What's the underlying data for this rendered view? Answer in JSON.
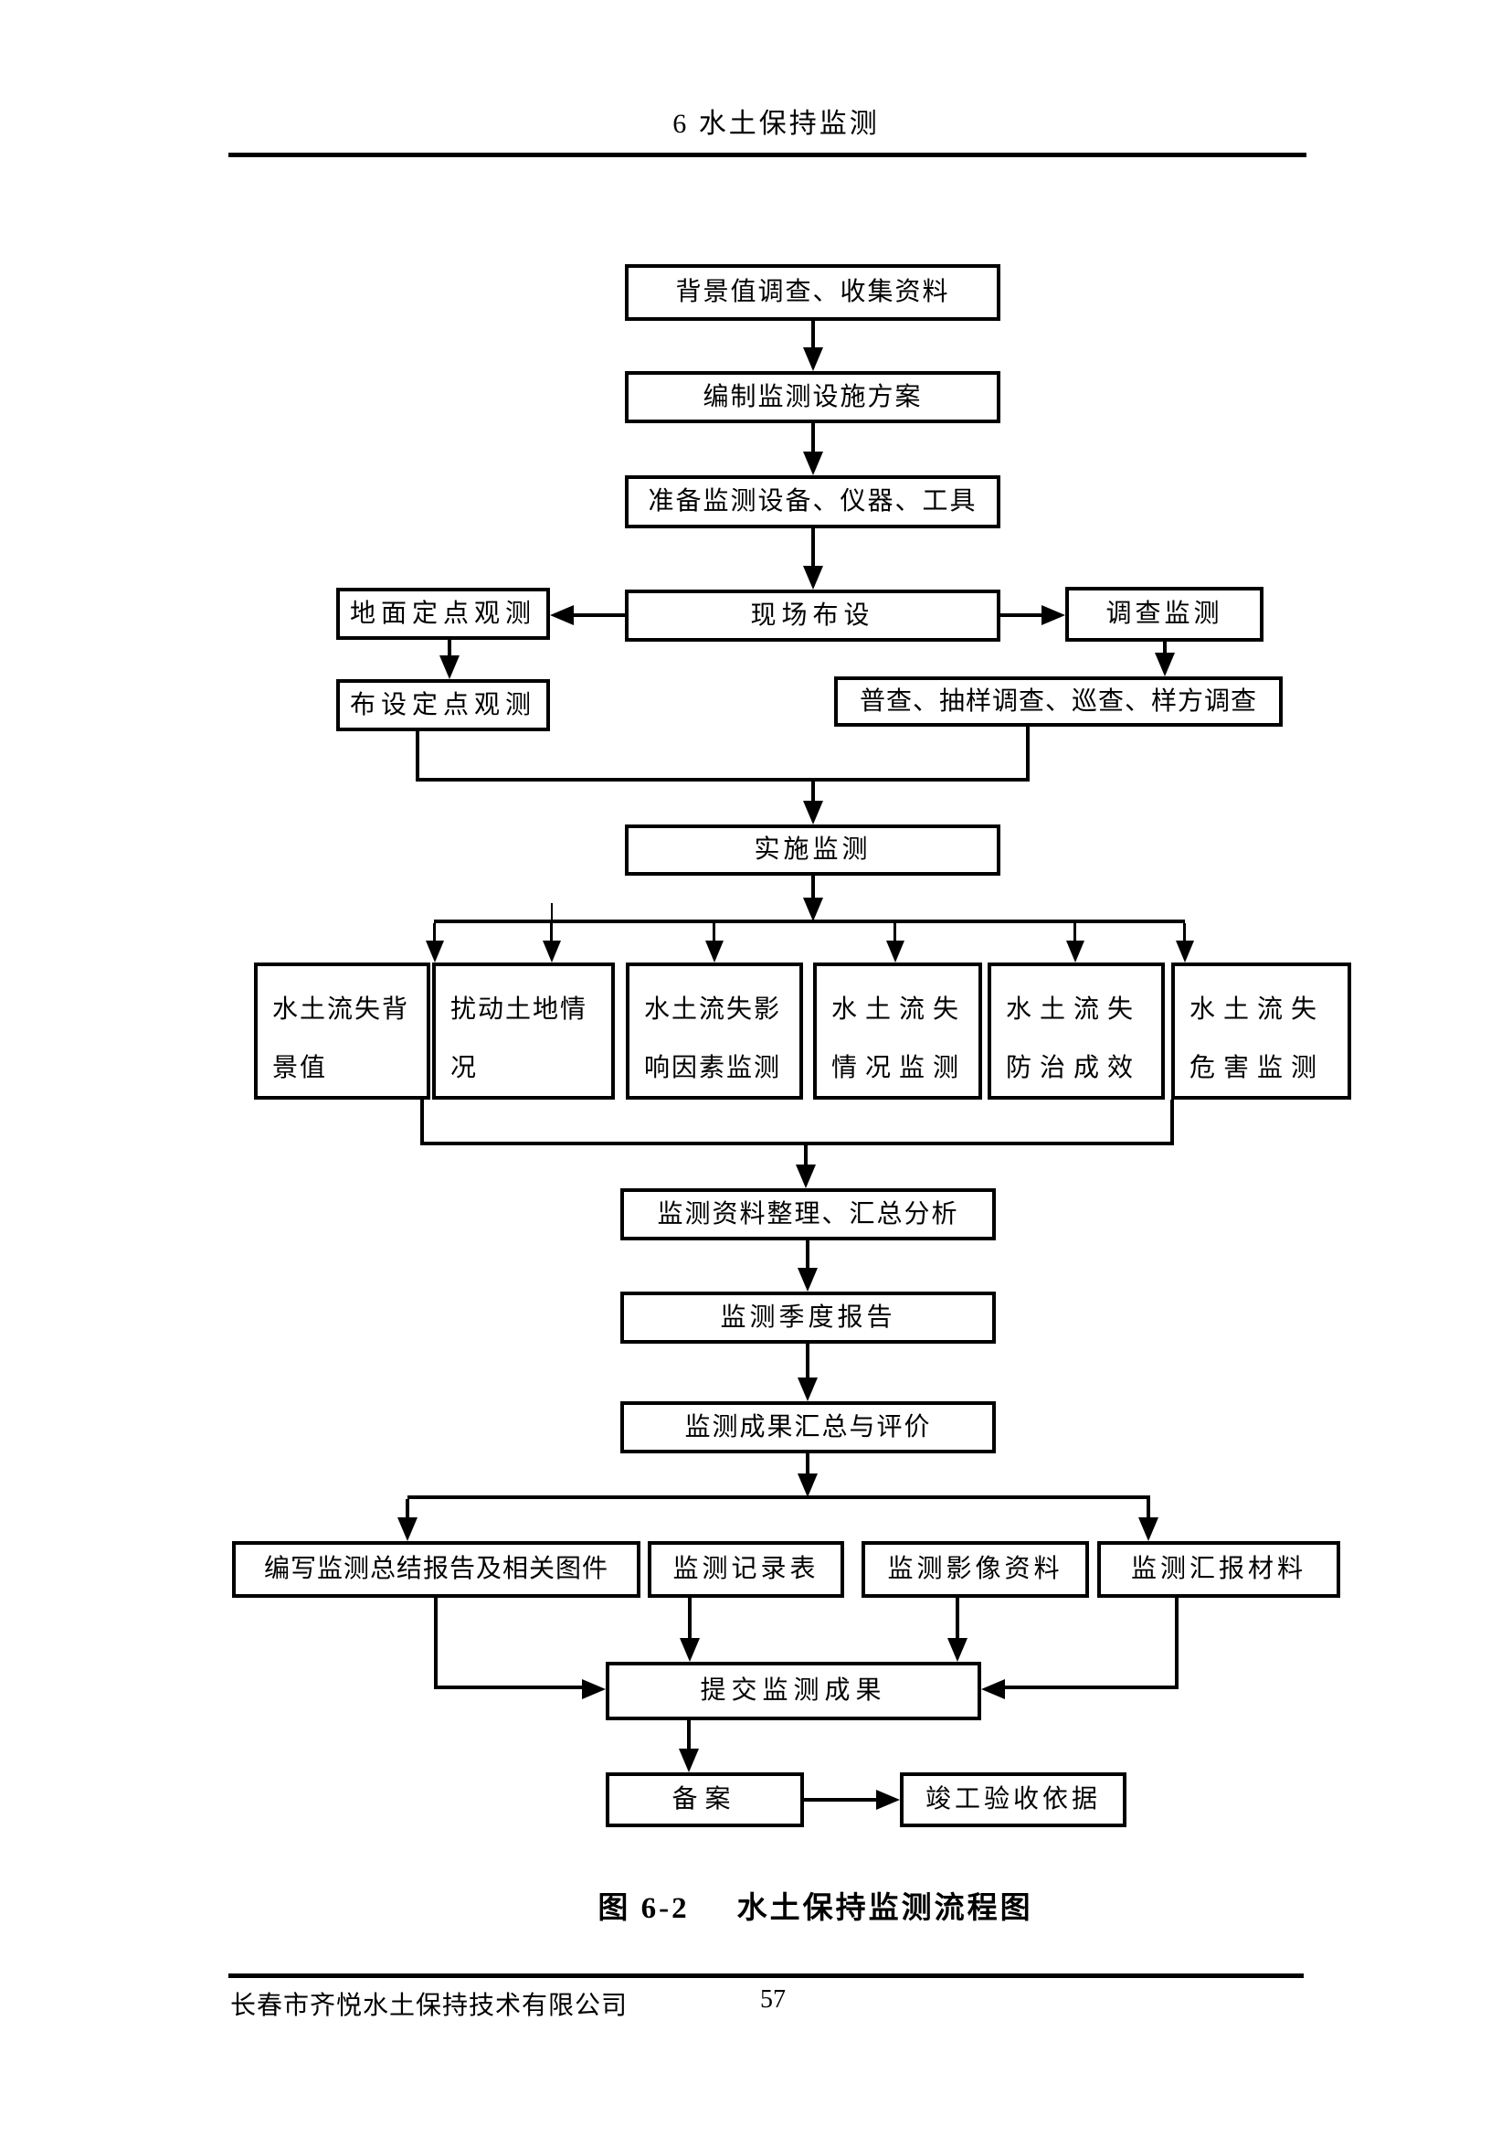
{
  "page": {
    "header": "6  水土保持监测",
    "caption_label": "图 6-2",
    "caption_title": "水土保持监测流程图",
    "footer_company": "长春市齐悦水土保持技术有限公司",
    "page_number": "57"
  },
  "flowchart": {
    "nodes": {
      "background_survey": "背景值调查、收集资料",
      "plan": "编制监测设施方案",
      "equipment": "准备监测设备、仪器、工具",
      "site_layout": "现场布设",
      "ground_observation": "地面定点观测",
      "survey_monitoring": "调查监测",
      "fixed_point_observation": "布设定点观测",
      "census": "普查、抽样调查、巡查、样方调查",
      "implement": "实施监测",
      "erosion_background": "水土流失背景值",
      "disturbed_land": "扰动土地情况",
      "impact_factors": "水土流失影响因素监测",
      "erosion_status": "水土流失情况监测",
      "control_effect": "水土流失防治成效",
      "hazard_monitoring": "水土流失危害监测",
      "data_analysis": "监测资料整理、汇总分析",
      "quarterly_report": "监测季度报告",
      "results_evaluation": "监测成果汇总与评价",
      "summary_report": "编写监测总结报告及相关图件",
      "record_table": "监测记录表",
      "imagery_data": "监测影像资料",
      "report_materials": "监测汇报材料",
      "submit_results": "提交监测成果",
      "filing": "备案",
      "acceptance_basis": "竣工验收依据"
    },
    "edges": [
      "background_survey -> plan",
      "plan -> equipment",
      "equipment -> site_layout",
      "site_layout -> ground_observation",
      "site_layout -> survey_monitoring",
      "ground_observation -> fixed_point_observation",
      "survey_monitoring -> census",
      "fixed_point_observation -> implement",
      "census -> implement",
      "implement -> erosion_background",
      "implement -> disturbed_land",
      "implement -> impact_factors",
      "implement -> erosion_status",
      "implement -> control_effect",
      "implement -> hazard_monitoring",
      "erosion_background..hazard_monitoring -> data_analysis",
      "data_analysis -> quarterly_report",
      "quarterly_report -> results_evaluation",
      "results_evaluation -> summary_report",
      "results_evaluation -> report_materials",
      "summary_report -> submit_results",
      "record_table -> submit_results",
      "imagery_data -> submit_results",
      "report_materials -> submit_results",
      "submit_results -> filing",
      "filing -> acceptance_basis"
    ]
  }
}
